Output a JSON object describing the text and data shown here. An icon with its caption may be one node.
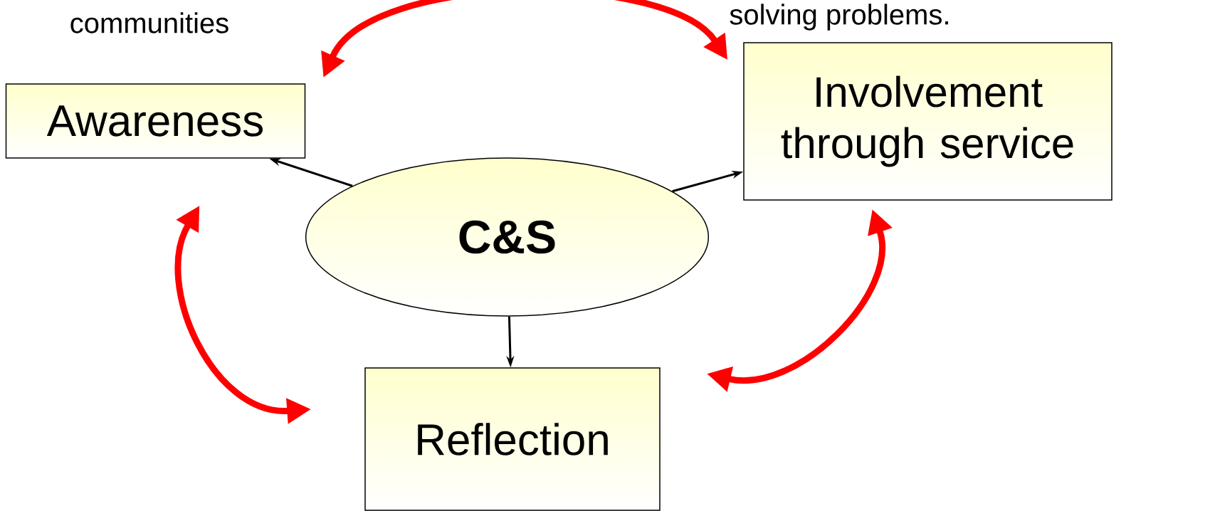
{
  "diagram": {
    "nodes": [
      {
        "text": [
          "Awareness"
        ]
      },
      {
        "text": [
          "Involvement through service"
        ]
      },
      {
        "text": [
          "C&S"
        ]
      },
      {
        "text": [
          "Reflection"
        ]
      }
    ],
    "edges": [
      {
        "from": 2,
        "to": 0,
        "arrow": "to"
      },
      {
        "from": 2,
        "to": 1,
        "arrow": "to"
      },
      {
        "from": 2,
        "to": 3,
        "arrow": "to"
      },
      {
        "from": 0,
        "to": 1,
        "arrow": "both",
        "style": "thick",
        "color": "#ff0000"
      },
      {
        "from": 0,
        "to": 3,
        "arrow": "both",
        "style": "thick",
        "color": "#ff0000"
      },
      {
        "from": 1,
        "to": 3,
        "arrow": "both",
        "style": "thick",
        "color": "#ff0000"
      }
    ],
    "labels": [
      "communities",
      "solving problems."
    ]
  }
}
